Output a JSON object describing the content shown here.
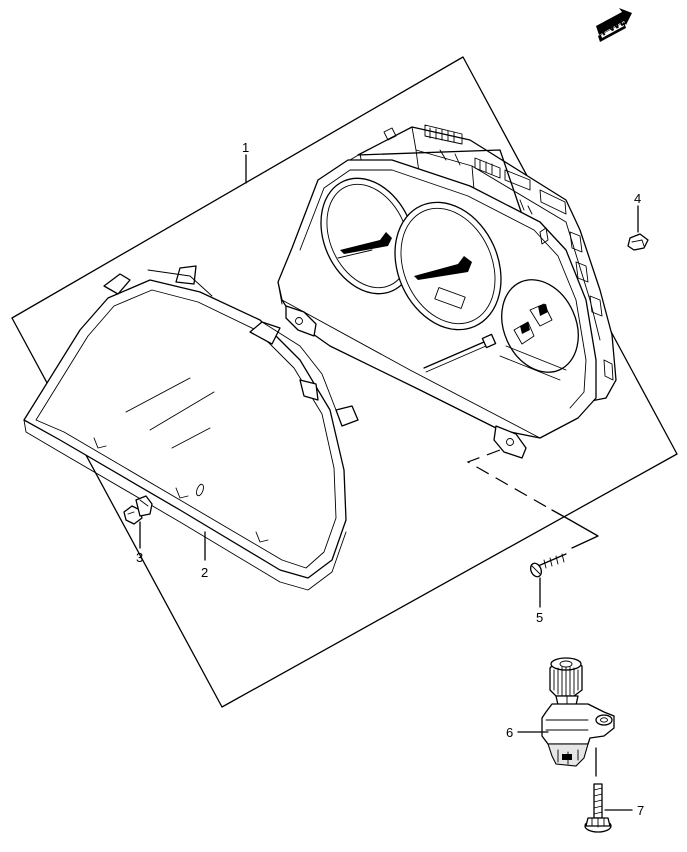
{
  "direction_marker": {
    "text": "FWD"
  },
  "callouts": [
    {
      "number": "1"
    },
    {
      "number": "2"
    },
    {
      "number": "3"
    },
    {
      "number": "4"
    },
    {
      "number": "5"
    },
    {
      "number": "6"
    },
    {
      "number": "7"
    }
  ]
}
